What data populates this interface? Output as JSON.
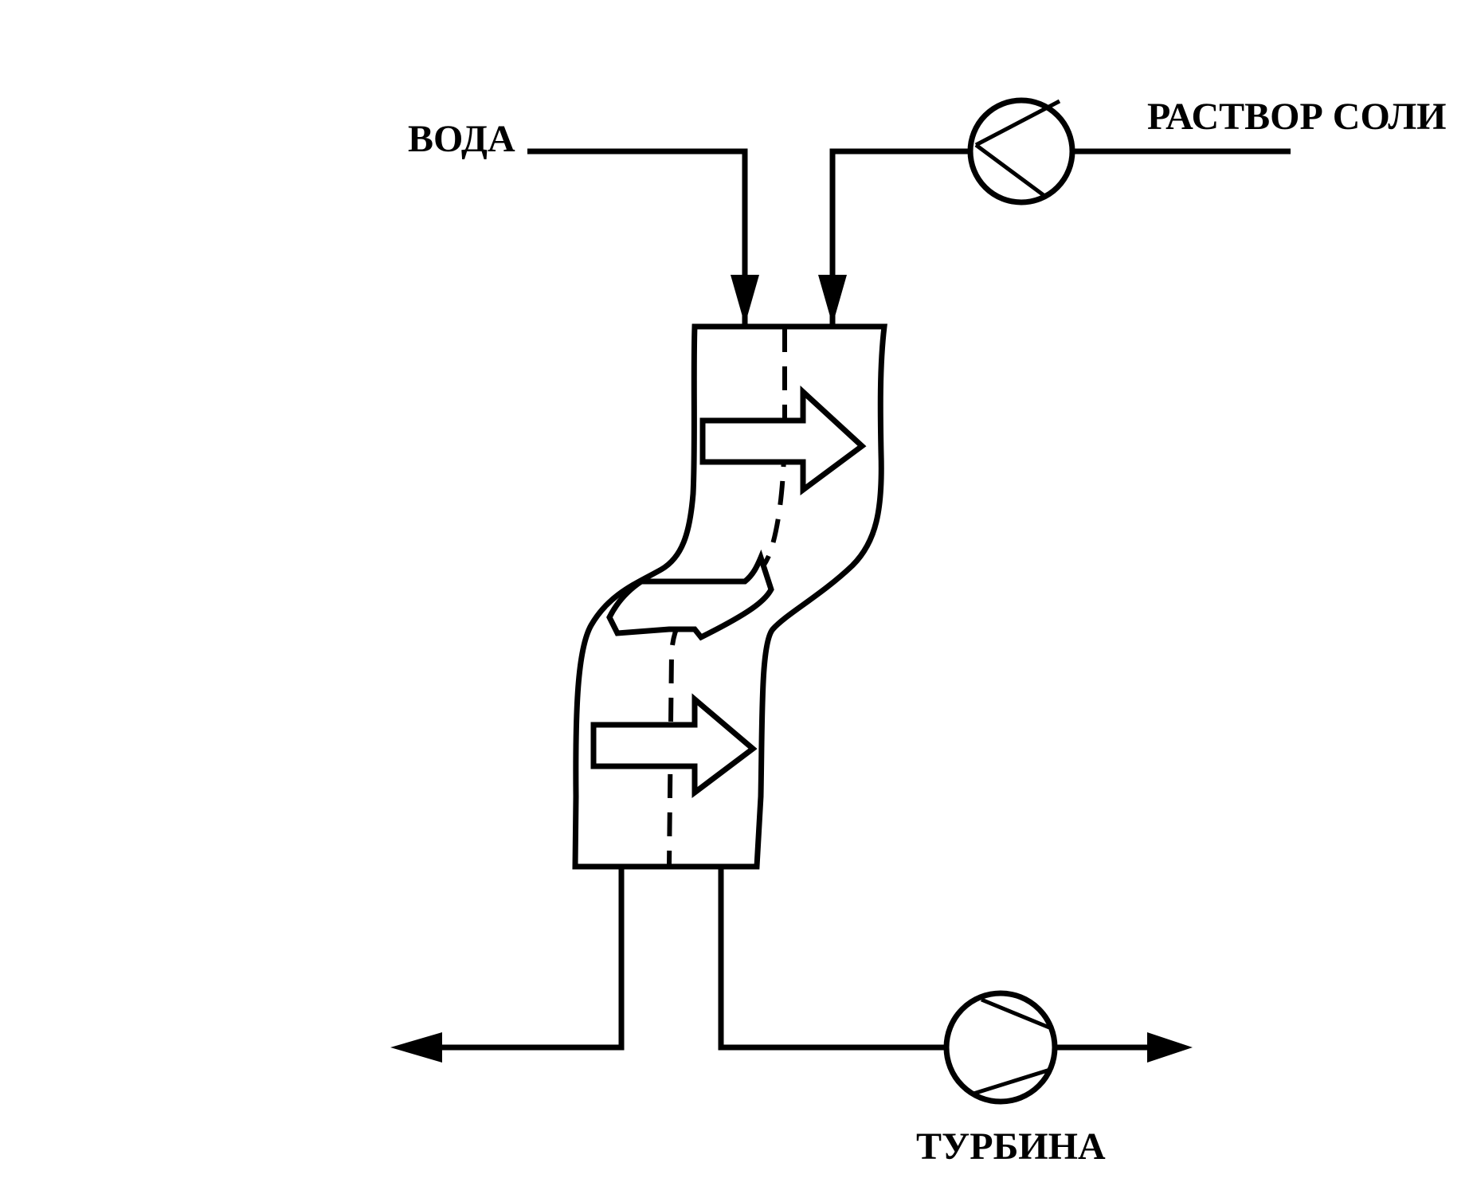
{
  "labels": {
    "water": "ВОДА",
    "salt_solution": "РАСТВОР СОЛИ",
    "turbine": "ТУРБИНА"
  },
  "colors": {
    "line": "#000000",
    "background": "#ffffff"
  }
}
